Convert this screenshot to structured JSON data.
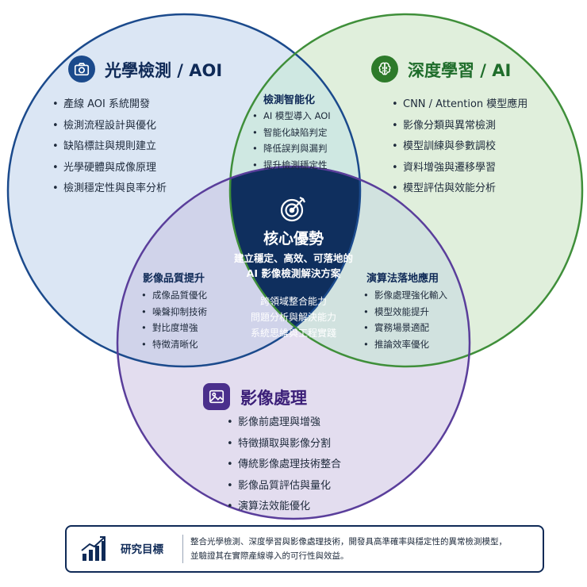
{
  "sections": {
    "aoi": {
      "title": "光學檢測 / AOI",
      "icon": "camera-icon",
      "color": "#0f2a57",
      "items": [
        "產線 AOI 系統開發",
        "檢測流程設計與優化",
        "缺陷標註與規則建立",
        "光學硬體與成像原理",
        "檢測穩定性與良率分析"
      ]
    },
    "dl": {
      "title": "深度學習 / AI",
      "icon": "brain-icon",
      "color": "#1f6d2b",
      "items": [
        "CNN / Attention 模型應用",
        "影像分類與異常檢測",
        "模型訓練與參數調校",
        "資料增強與遷移學習",
        "模型評估與效能分析"
      ]
    },
    "ip": {
      "title": "影像處理",
      "icon": "image-icon",
      "color": "#3b1f78",
      "items": [
        "影像前處理與增強",
        "特徵擷取與影像分割",
        "傳統影像處理技術整合",
        "影像品質評估與量化",
        "演算法效能優化"
      ]
    }
  },
  "overlaps": {
    "aoi_dl": {
      "title": "檢測智能化",
      "items": [
        "AI 模型導入 AOI",
        "智能化缺陷判定",
        "降低誤判與漏判",
        "提升檢測穩定性"
      ]
    },
    "aoi_ip": {
      "title": "影像品質提升",
      "items": [
        "成像品質優化",
        "噪聲抑制技術",
        "對比度增強",
        "特徵清晰化"
      ]
    },
    "dl_ip": {
      "title": "演算法落地應用",
      "items": [
        "影像處理強化輸入",
        "模型效能提升",
        "實務場景適配",
        "推論效率優化"
      ]
    }
  },
  "core": {
    "icon": "target-icon",
    "title": "核心優勢",
    "subtitle_lines": [
      "建立穩定、高效、可落地的",
      "AI 影像檢測解決方案"
    ],
    "items": [
      "跨領域整合能力",
      "問題分析與解決能力",
      "系統思維與工程實踐"
    ]
  },
  "footer": {
    "icon": "growth-chart-icon",
    "label": "研究目標",
    "text_lines": [
      "整合光學檢測、深度學習與影像處理技術，開發具高準確率與穩定性的異常檢測模型，",
      "並驗證其在實際產線導入的可行性與效益。"
    ]
  },
  "colors": {
    "aoi_fill": "#dbe6f4",
    "dl_fill": "#e0efdc",
    "ip_fill": "#e3ddef",
    "overlap_aoi_dl": "#cfe8e2",
    "overlap_aoi_ip": "#d0d3ea",
    "overlap_dl_ip": "#d1e2df",
    "core_fill": "#0f2f5e"
  }
}
